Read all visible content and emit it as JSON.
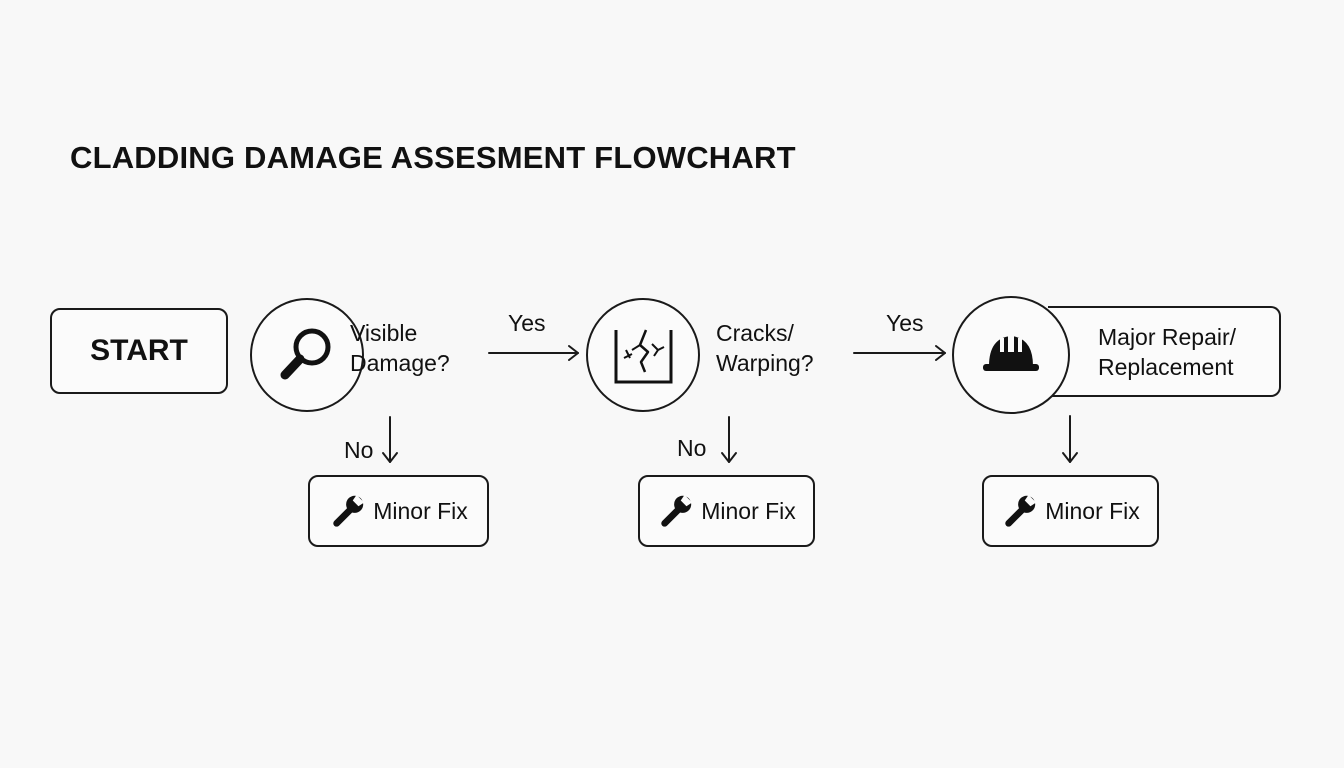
{
  "title": "CLADDING DAMAGE ASSESMENT FLOWCHART",
  "nodes": {
    "start": "START",
    "q1": {
      "line1": "Visible",
      "line2": "Damage?",
      "icon": "magnifier-icon"
    },
    "q2": {
      "line1": "Cracks/",
      "line2": "Warping?",
      "icon": "cracked-panel-icon"
    },
    "result": {
      "line1": "Major Repair/",
      "line2": "Replacement",
      "icon": "hard-hat-icon"
    },
    "fix1": {
      "label": "Minor Fix",
      "icon": "wrench-icon"
    },
    "fix2": {
      "label": "Minor Fix",
      "icon": "wrench-icon"
    },
    "fix3": {
      "label": "Minor Fix",
      "icon": "wrench-icon"
    }
  },
  "edges": {
    "q1_yes": "Yes",
    "q1_no": "No",
    "q2_yes": "Yes",
    "q2_no": "No"
  },
  "colors": {
    "stroke": "#1a1a1a",
    "background": "#f8f8f8"
  }
}
